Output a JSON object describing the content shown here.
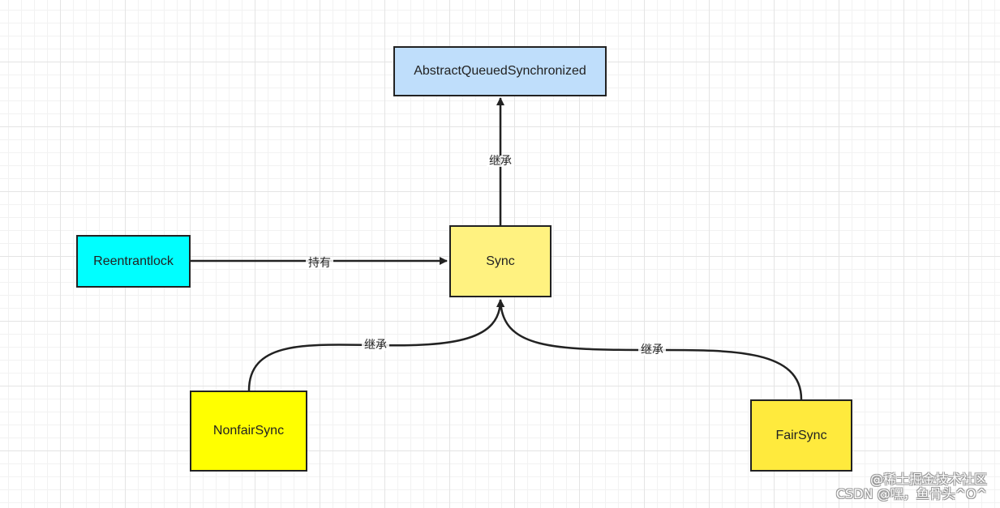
{
  "diagram": {
    "nodes": [
      {
        "id": "aqs",
        "label": "AbstractQueuedSynchronized",
        "fill": "#bfdefb"
      },
      {
        "id": "reentrant",
        "label": "Reentrantlock",
        "fill": "#00ffff"
      },
      {
        "id": "sync",
        "label": "Sync",
        "fill": "#fff280"
      },
      {
        "id": "nonfair",
        "label": "NonfairSync",
        "fill": "#ffff00"
      },
      {
        "id": "fair",
        "label": "FairSync",
        "fill": "#ffea3d"
      }
    ],
    "edges": [
      {
        "id": "extends-aqs",
        "from": "sync",
        "to": "aqs",
        "label": "继承"
      },
      {
        "id": "holds",
        "from": "reentrant",
        "to": "sync",
        "label": "持有"
      },
      {
        "id": "extends-nonfair",
        "from": "nonfair",
        "to": "sync",
        "label": "继承"
      },
      {
        "id": "extends-fair",
        "from": "fair",
        "to": "sync",
        "label": "继承"
      }
    ],
    "line_color": "#222222"
  },
  "watermark": {
    "line1": "@稀土掘金技术社区",
    "line2": "CSDN @嘿，鱼骨头^O^"
  }
}
